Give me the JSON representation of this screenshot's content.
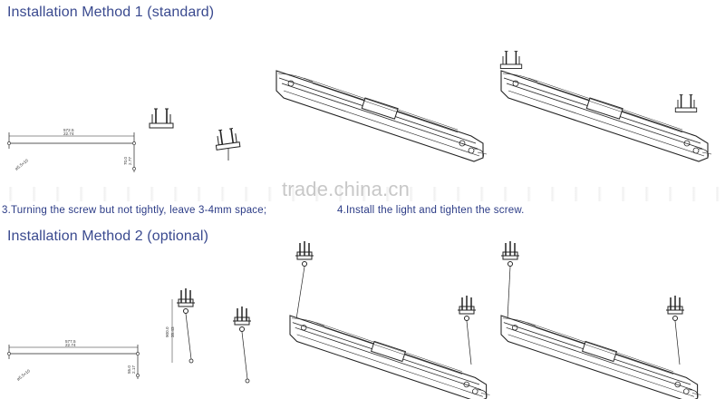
{
  "method1": {
    "title": "Installation Method 1 (standard)"
  },
  "method2": {
    "title": "Installation Method 2 (optional)"
  },
  "steps": {
    "step3": "3.Turning the screw but not tightly, leave 3-4mm space;",
    "step4": "4.Install the light and tighten the screw."
  },
  "watermark": "trade.china.cn",
  "drawing1": {
    "length_mm": "572.5",
    "length_in": "22.74",
    "height_mm": "70.0",
    "height_in": "2.77",
    "hole": "ø5.5×10"
  },
  "drawing2": {
    "length_mm": "577.5",
    "length_in": "22.74",
    "height_mm": "55.0",
    "height_in": "2.17",
    "hole": "ø5.5×10",
    "wire_mm": "900.0",
    "wire_in": "35.43"
  },
  "colors": {
    "title": "#3a4a8f",
    "step_text": "#2b3b86",
    "line": "#222222",
    "watermark": "#c8c8c8"
  }
}
